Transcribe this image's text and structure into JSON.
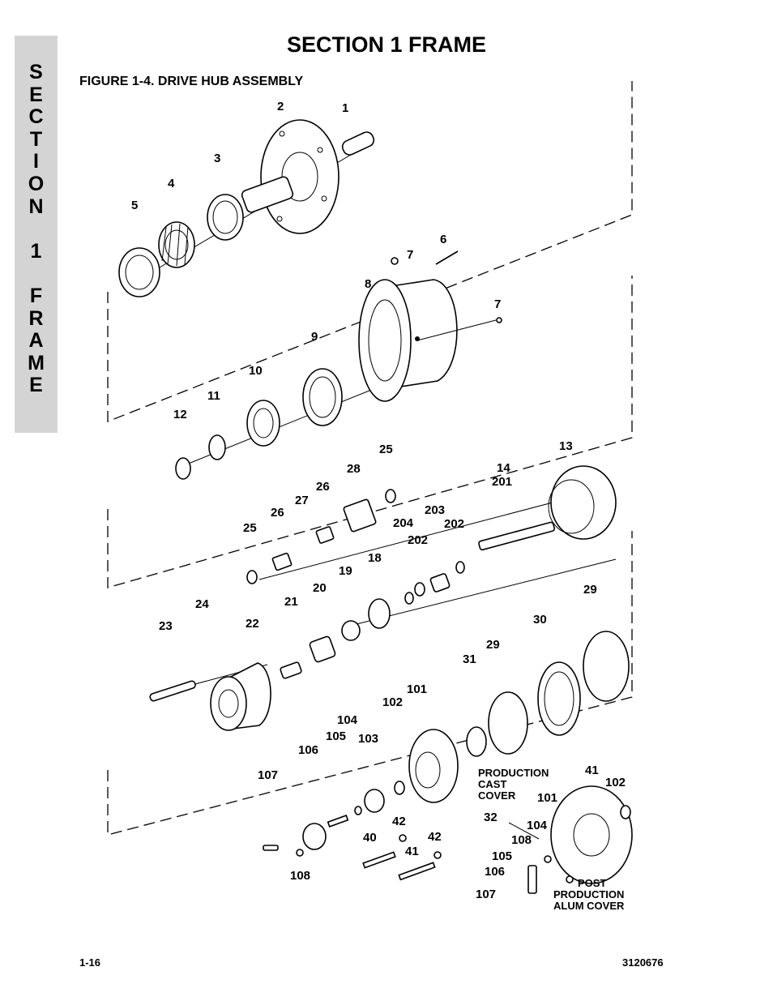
{
  "section_tab": {
    "text": "S\nE\nC\nT\nI\nO\nN\n\n1\n\nF\nR\nA\nM\nE"
  },
  "header": {
    "title": "SECTION 1  FRAME"
  },
  "figure": {
    "title": "FIGURE 1-4.    DRIVE HUB ASSEMBLY",
    "callouts": [
      {
        "id": "c2",
        "text": "2"
      },
      {
        "id": "c1",
        "text": "1"
      },
      {
        "id": "c3",
        "text": "3"
      },
      {
        "id": "c4",
        "text": "4"
      },
      {
        "id": "c5",
        "text": "5"
      },
      {
        "id": "c6",
        "text": "6"
      },
      {
        "id": "c7a",
        "text": "7"
      },
      {
        "id": "c8",
        "text": "8"
      },
      {
        "id": "c7b",
        "text": "7"
      },
      {
        "id": "c9",
        "text": "9"
      },
      {
        "id": "c10",
        "text": "10"
      },
      {
        "id": "c11",
        "text": "11"
      },
      {
        "id": "c12",
        "text": "12"
      },
      {
        "id": "c13",
        "text": "13"
      },
      {
        "id": "c14",
        "text": "14"
      },
      {
        "id": "c201",
        "text": "201"
      },
      {
        "id": "c25a",
        "text": "25"
      },
      {
        "id": "c28",
        "text": "28"
      },
      {
        "id": "c26a",
        "text": "26"
      },
      {
        "id": "c27",
        "text": "27"
      },
      {
        "id": "c26b",
        "text": "26"
      },
      {
        "id": "c25b",
        "text": "25"
      },
      {
        "id": "c204",
        "text": "204"
      },
      {
        "id": "c203",
        "text": "203"
      },
      {
        "id": "c202a",
        "text": "202"
      },
      {
        "id": "c202b",
        "text": "202"
      },
      {
        "id": "c18",
        "text": "18"
      },
      {
        "id": "c19",
        "text": "19"
      },
      {
        "id": "c20",
        "text": "20"
      },
      {
        "id": "c21",
        "text": "21"
      },
      {
        "id": "c24",
        "text": "24"
      },
      {
        "id": "c22",
        "text": "22"
      },
      {
        "id": "c23",
        "text": "23"
      },
      {
        "id": "c29a",
        "text": "29"
      },
      {
        "id": "c30",
        "text": "30"
      },
      {
        "id": "c29b",
        "text": "29"
      },
      {
        "id": "c31",
        "text": "31"
      },
      {
        "id": "c101a",
        "text": "101"
      },
      {
        "id": "c102a",
        "text": "102"
      },
      {
        "id": "c104a",
        "text": "104"
      },
      {
        "id": "c105a",
        "text": "105"
      },
      {
        "id": "c103",
        "text": "103"
      },
      {
        "id": "c106a",
        "text": "106"
      },
      {
        "id": "c107a",
        "text": "107"
      },
      {
        "id": "c41a",
        "text": "41"
      },
      {
        "id": "c102b",
        "text": "102"
      },
      {
        "id": "c101b",
        "text": "101"
      },
      {
        "id": "c32",
        "text": "32"
      },
      {
        "id": "c104b",
        "text": "104"
      },
      {
        "id": "c108a",
        "text": "108"
      },
      {
        "id": "c105b",
        "text": "105"
      },
      {
        "id": "c106b",
        "text": "106"
      },
      {
        "id": "c107b",
        "text": "107"
      },
      {
        "id": "c42a",
        "text": "42"
      },
      {
        "id": "c40",
        "text": "40"
      },
      {
        "id": "c42b",
        "text": "42"
      },
      {
        "id": "c41b",
        "text": "41"
      },
      {
        "id": "c108b",
        "text": "108"
      }
    ],
    "notes": {
      "production_cast_cover": [
        "PRODUCTION",
        "CAST",
        "COVER"
      ],
      "post_production_alum_cover": [
        "POST",
        "PRODUCTION",
        "ALUM COVER"
      ]
    }
  },
  "footer": {
    "page_number": "1-16",
    "document_number": "3120676"
  }
}
